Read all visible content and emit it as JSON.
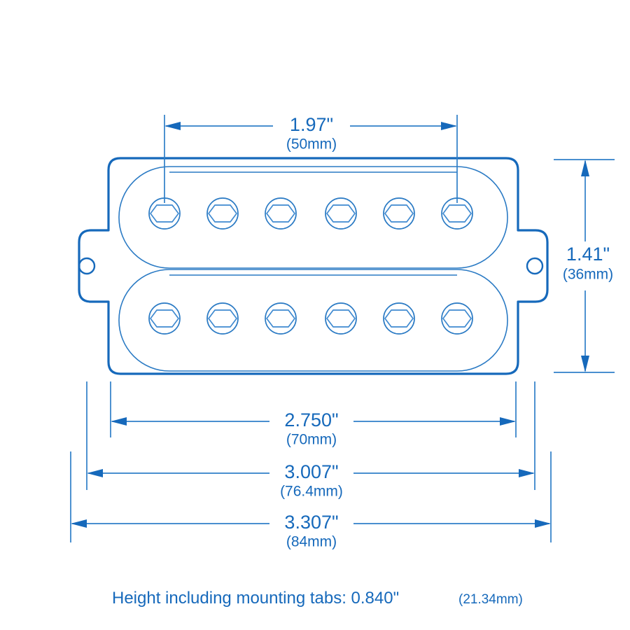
{
  "meta": {
    "title": "Humbucker Pickup Dimension Drawing",
    "accent_color": "#1669bb",
    "line_color": "#2a7ac4",
    "background_color": "#ffffff"
  },
  "dimensions": {
    "pole_spacing": {
      "label": "pole-piece-spacing",
      "inches": "1.97\"",
      "mm": "(50mm)",
      "orientation": "horizontal"
    },
    "height": {
      "label": "body-height",
      "inches": "1.41\"",
      "mm": "(36mm)",
      "orientation": "vertical"
    },
    "bobbin_width": {
      "label": "bobbin-width",
      "inches": "2.750\"",
      "mm": "(70mm)",
      "orientation": "horizontal"
    },
    "body_width": {
      "label": "body-width",
      "inches": "3.007\"",
      "mm": "(76.4mm)",
      "orientation": "horizontal"
    },
    "overall_width": {
      "label": "overall-width-with-tabs",
      "inches": "3.307\"",
      "mm": "(84mm)",
      "orientation": "horizontal"
    }
  },
  "caption": {
    "main": "Height including mounting tabs: 0.840\"",
    "sub": "(21.34mm)"
  },
  "pickup": {
    "type": "humbucker",
    "bobbin_count": 2,
    "poles_per_bobbin": 6,
    "pole_style": "hex-allen-screw",
    "mounting_tabs": 2
  }
}
